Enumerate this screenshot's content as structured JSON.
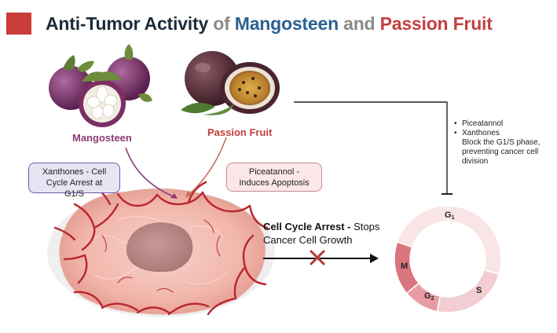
{
  "title": {
    "part1": "Anti-Tumor Activity",
    "part2": " of ",
    "part3": "Mangosteen",
    "part4": " and ",
    "part5": "Passion Fruit"
  },
  "fruits": {
    "mangosteen_label": "Mangosteen",
    "passion_label": "Passion Fruit"
  },
  "callouts": {
    "xanthones": "Xanthones - Cell Cycle Arrest at G1/S",
    "piceatannol": "Piceatannol - Induces Apoptosis"
  },
  "arrest": {
    "bold": "Cell Cycle Arrest -",
    "rest1": " Stops",
    "rest2": "Cancer Cell Growth"
  },
  "bullets": {
    "item1": "Piceatannol",
    "item2": "Xanthones",
    "detail": "Block the G1/S phase, preventing cancer cell division"
  },
  "cell_cycle": {
    "phases": [
      {
        "label": "G",
        "sub": "1"
      },
      {
        "label": "S",
        "sub": ""
      },
      {
        "label": "G",
        "sub": "2"
      },
      {
        "label": "M",
        "sub": ""
      }
    ]
  },
  "colors": {
    "brand_red": "#c93c3a",
    "mangosteen_purple": "#8b3a78",
    "passion_red": "#c0413f",
    "title_blue": "#2b6190"
  }
}
